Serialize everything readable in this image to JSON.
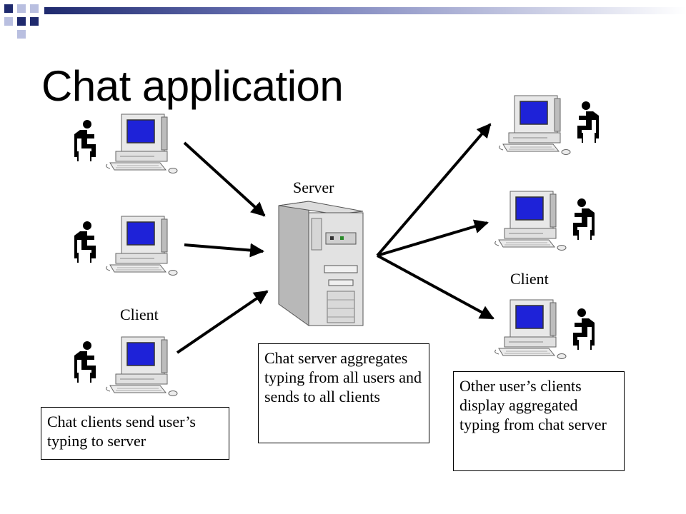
{
  "slide": {
    "title": "Chat application",
    "labels": {
      "server": "Server",
      "client_left": "Client",
      "client_right": "Client"
    },
    "notes": {
      "clients_send": "Chat clients send user’s typing to server",
      "server_aggregates": "Chat server aggregates typing from all users and sends to all clients",
      "other_clients": "Other user’s clients display aggregated typing from  chat server"
    }
  },
  "colors": {
    "bullet_dark": "#1f2a6e",
    "bullet_light": "#b9bfe0",
    "screen_blue": "#1e22d8",
    "computer_beige": "#eaeaea",
    "server_gray": "#cfcfcf",
    "arrow": "#000000"
  }
}
